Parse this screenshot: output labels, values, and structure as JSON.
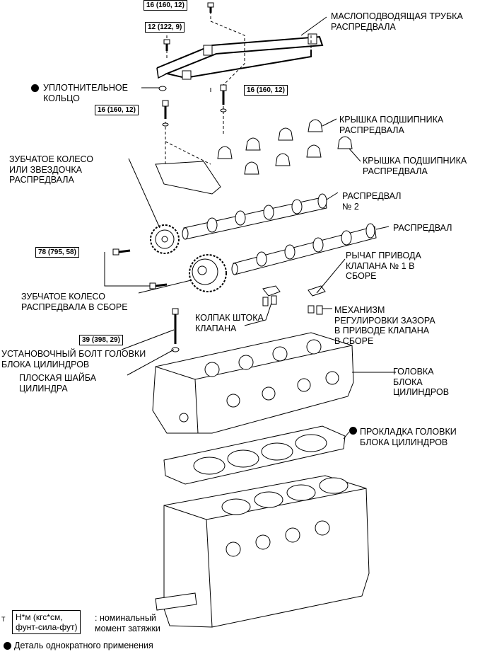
{
  "torques": {
    "t1": "16 (160, 12)",
    "t2": "12 (122, 9)",
    "t3": "16 (160, 12)",
    "t4": "16 (160, 12)",
    "t5": "78 (795, 58)",
    "t6": "39 (398, 29)"
  },
  "labels": {
    "oil_tube": "МАСЛОПОДВОДЯЩАЯ ТРУБКА\nРАСПРЕДВАЛА",
    "o_ring": "УПЛОТНИТЕЛЬНОЕ\nКОЛЬЦО",
    "bearing_cap_1": "КРЫШКА ПОДШИПНИКА\nРАСПРЕДВАЛА",
    "bearing_cap_2": "КРЫШКА ПОДШИПНИКА\nРАСПРЕДВАЛА",
    "sprocket": "ЗУБЧАТОЕ КОЛЕСО\nИЛИ ЗВЕЗДОЧКА\nРАСПРЕДВАЛА",
    "camshaft_2": "РАСПРЕДВАЛ\n№ 2",
    "camshaft": "РАСПРЕДВАЛ",
    "rocker_arm": "РЫЧАГ ПРИВОДА\nКЛАПАНА № 1 В\nСБОРЕ",
    "timing_gear": "ЗУБЧАТОЕ КОЛЕСО\nРАСПРЕДВАЛА В СБОРЕ",
    "valve_stem_cap": "КОЛПАК ШТОКА\nКЛАПАНА",
    "lash_adjuster": "МЕХАНИЗМ\nРЕГУЛИРОВКИ ЗАЗОРА\nВ ПРИВОДЕ КЛАПАНА\nВ СБОРЕ",
    "head_bolt": "УСТАНОВОЧНЫЙ БОЛТ ГОЛОВКИ\nБЛОКА ЦИЛИНДРОВ",
    "plain_washer": "ПЛОСКАЯ ШАЙБА\nЦИЛИНДРА",
    "cylinder_head": "ГОЛОВКА\nБЛОКА\nЦИЛИНДРОВ",
    "head_gasket": "ПРОКЛАДКА ГОЛОВКИ\nБЛОКА ЦИЛИНДРОВ"
  },
  "legend": {
    "unit_box": "Н*м (кгс*см,\nфунт-сила-фут)",
    "unit_desc": ": номинальный\nмомент затяжки",
    "non_reusable": "Деталь однократного применения",
    "corner": "T"
  }
}
